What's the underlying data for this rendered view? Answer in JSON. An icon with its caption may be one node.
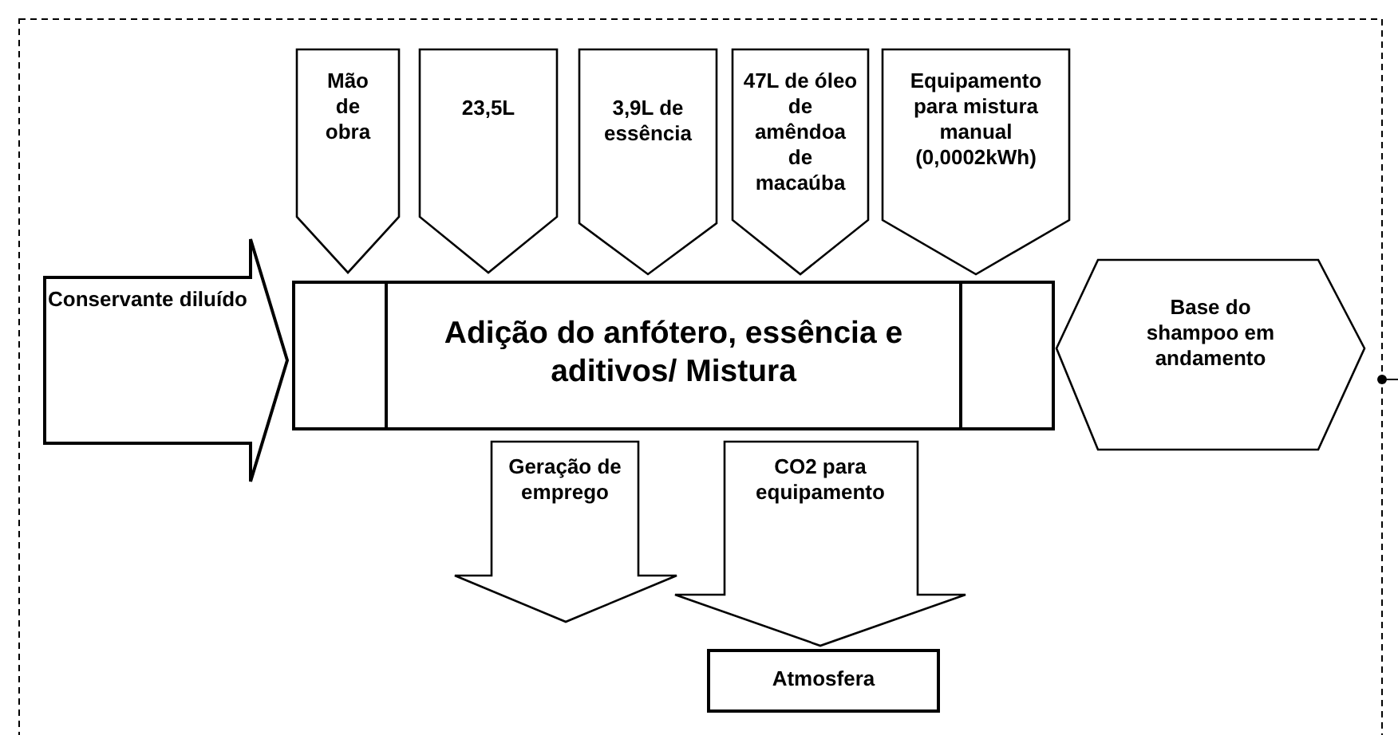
{
  "diagram": {
    "nodes": [
      {
        "text": [
          "Mão de obra"
        ]
      },
      {
        "text": [
          "23,5L"
        ]
      },
      {
        "text": [
          "3,9L de essência"
        ]
      },
      {
        "text": [
          "47L de óleo de amêndoa de macaúba"
        ]
      },
      {
        "text": [
          "Equipamento para mistura manual (0,0002kWh)"
        ]
      },
      {
        "text": [
          "Conservante diluído"
        ]
      },
      {
        "text": [
          "Adição do anfótero, essência e aditivos/ Mistura"
        ]
      },
      {
        "text": [
          "Base do shampoo em andamento"
        ]
      },
      {
        "text": [
          "Geração de emprego"
        ]
      },
      {
        "text": [
          "CO2 para equipamento"
        ]
      },
      {
        "text": [
          "Atmosfera"
        ]
      }
    ]
  }
}
